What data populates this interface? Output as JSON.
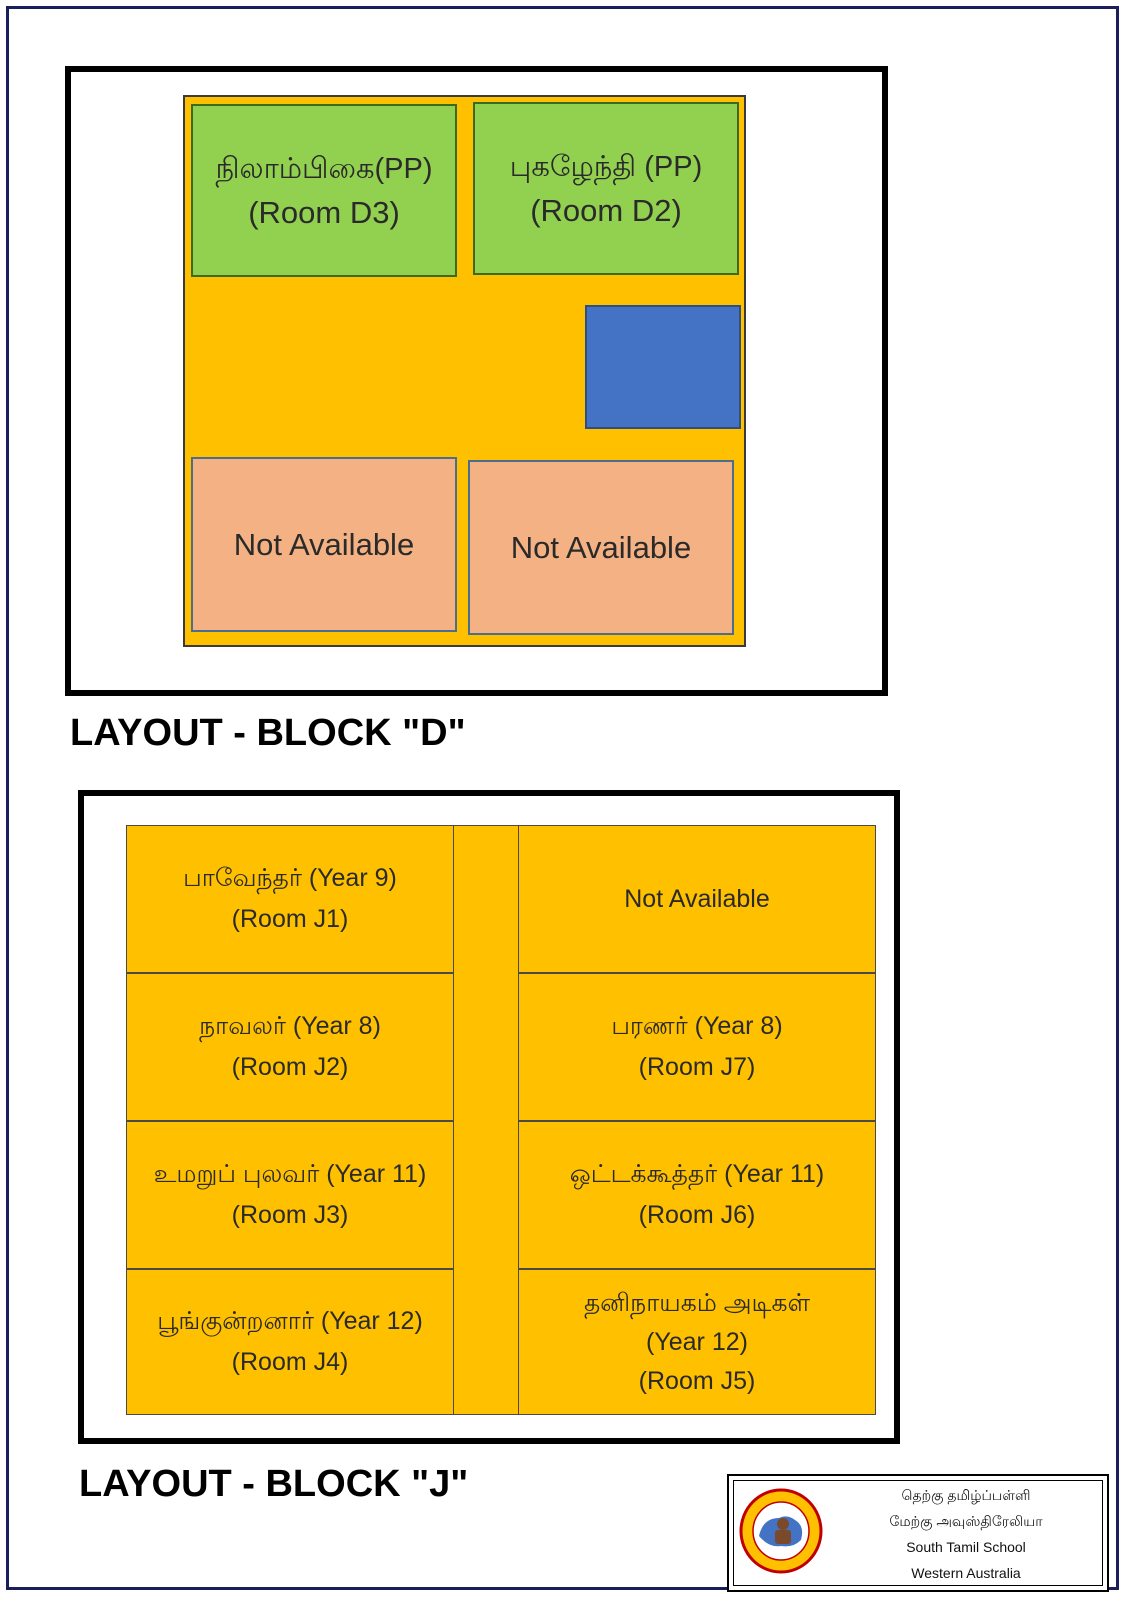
{
  "block_d": {
    "heading": "LAYOUT - BLOCK \"D\"",
    "rooms": [
      {
        "name": "நிலாம்பிகை(PP)",
        "room": "(Room D3)"
      },
      {
        "name": "புகழேந்தி (PP)",
        "room": "(Room D2)"
      }
    ],
    "unavailable": [
      "Not Available",
      "Not Available"
    ]
  },
  "block_j": {
    "heading": "LAYOUT - BLOCK \"J\"",
    "left": [
      {
        "name": "பாவேந்தர் (Year 9)",
        "room": "(Room J1)"
      },
      {
        "name": "நாவலர்  (Year 8)",
        "room": "(Room J2)"
      },
      {
        "name": "உமறுப் புலவர் (Year 11)",
        "room": "(Room J3)"
      },
      {
        "name": "பூங்குன்றனார் (Year 12)",
        "room": "(Room J4)"
      }
    ],
    "right": [
      {
        "name": "Not Available"
      },
      {
        "name": "பரணர் (Year 8)",
        "room": "(Room J7)"
      },
      {
        "name": "ஒட்டக்கூத்தர் (Year 11)",
        "room": "(Room J6)"
      },
      {
        "name": "தனிநாயகம் அடிகள்",
        "year": "(Year 12)",
        "room": "(Room J5)"
      }
    ]
  },
  "logo": {
    "line1": "தெற்கு தமிழ்ப்பள்ளி",
    "line2": "மேற்கு அவுஸ்திரேலியா",
    "line3": "South Tamil School",
    "line4": "Western Australia"
  },
  "colors": {
    "block_floor": "#ffc000",
    "available_room": "#92d050",
    "unavailable_room": "#f4b183",
    "blue_area": "#4472c4"
  }
}
